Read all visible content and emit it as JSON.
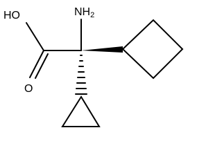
{
  "molecule": {
    "atoms": {
      "hydroxyl": "HO",
      "amino": "NH",
      "amino_subscript": "2",
      "carbonyl_oxygen": "O"
    },
    "substituents": [
      "cyclobutyl",
      "cyclopropyl"
    ],
    "stereo_bonds": {
      "cyclobutyl": "wedge",
      "cyclopropyl": "hash"
    },
    "colors": {
      "ink": "#000000",
      "background": "#ffffff"
    }
  }
}
